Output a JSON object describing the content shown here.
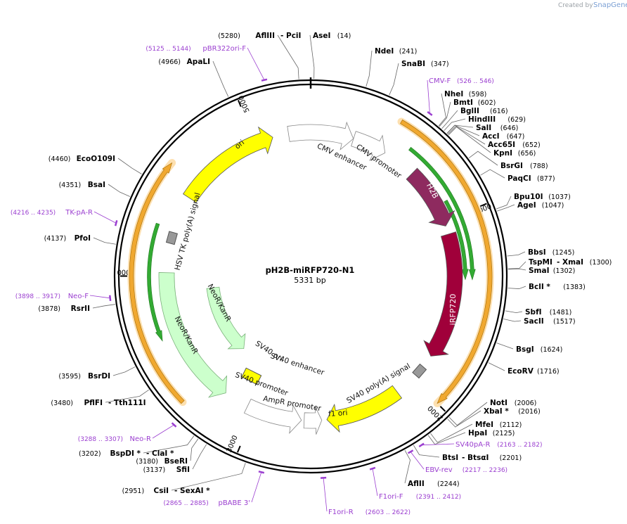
{
  "branding": {
    "created_by": "Created by",
    "product": "SnapGene"
  },
  "plasmid": {
    "name": "pH2B-miRFP720-N1",
    "length_label": "5331 bp",
    "length": 5331
  },
  "colors": {
    "ring": "#000000",
    "enzyme_line": "#666666",
    "primer": "#9b3fd0",
    "ori": "#ffff00",
    "promoter": "#ffffff",
    "h2b": "#8e2a5f",
    "irfp": "#a0003a",
    "polyA": "#999999",
    "neo": "#ccffcc",
    "orange_orf": "#f0a830",
    "green_orf": "#33aa33",
    "sv40ori": "#ffff00"
  },
  "ticks": [
    {
      "bp": 1000,
      "label": "1000"
    },
    {
      "bp": 2000,
      "label": "2000"
    },
    {
      "bp": 3000,
      "label": "3000"
    },
    {
      "bp": 4000,
      "label": "4000"
    },
    {
      "bp": 5000,
      "label": "5000"
    }
  ],
  "features": [
    {
      "name": "ori",
      "type": "ori",
      "start": 4485,
      "end": 5105,
      "dir": 1,
      "lane": "inner1",
      "label_inside": true
    },
    {
      "name": "CMV enhancer",
      "type": "promoter",
      "start": 5200,
      "end": 255,
      "dir": 1,
      "lane": "inner1",
      "label_inside": false
    },
    {
      "name": "CMV promoter",
      "type": "promoter",
      "start": 256,
      "end": 460,
      "dir": 1,
      "lane": "inner1",
      "label_inside": false
    },
    {
      "name": "H2B",
      "type": "h2b",
      "start": 660,
      "end": 1030,
      "dir": 1,
      "lane": "inner1",
      "label_inside": true
    },
    {
      "name": "iRFP720",
      "type": "irfp",
      "start": 1080,
      "end": 1830,
      "dir": 1,
      "lane": "inner1",
      "label_inside": true
    },
    {
      "name": "SV40 poly(A) signal",
      "type": "polyA",
      "start": 1880,
      "end": 2000,
      "dir": 0,
      "lane": "inner1",
      "label_inside": false
    },
    {
      "name": "f1 ori",
      "type": "ori",
      "start": 2120,
      "end": 2570,
      "dir": 1,
      "lane": "inner1",
      "label_inside": true
    },
    {
      "name": "AmpR promoter",
      "type": "promoter",
      "start": 2600,
      "end": 2704,
      "dir": -1,
      "lane": "inner1",
      "label_inside": false
    },
    {
      "name": "SV40 promoter",
      "type": "promoter",
      "start": 2720,
      "end": 3050,
      "dir": -1,
      "lane": "inner1",
      "label_inside": false
    },
    {
      "name": "SV40 ori",
      "type": "ori",
      "start": 3060,
      "end": 3180,
      "dir": 0,
      "lane": "inner2",
      "label_inside": false
    },
    {
      "name": "SV40 enhancer",
      "type": "none",
      "start": 3140,
      "end": 3140,
      "dir": 0,
      "lane": "inner2",
      "label_inside": false
    },
    {
      "name": "NeoR/KanR",
      "type": "neo",
      "start": 3200,
      "end": 4020,
      "dir": -1,
      "lane": "inner1",
      "label_inside": true
    },
    {
      "name": "NeoR/KanR",
      "type": "neo",
      "start": 3300,
      "end": 3900,
      "dir": -1,
      "lane": "inner3",
      "label_inside": true
    },
    {
      "name": "HSV TK poly(A) signal",
      "type": "polyA",
      "start": 4215,
      "end": 4240,
      "dir": 0,
      "lane": "inner1",
      "label_inside": false
    }
  ],
  "orf_lanes": [
    {
      "type": "orange_orf",
      "start": 450,
      "end": 2000,
      "dir": 1,
      "lane": "outer1"
    },
    {
      "type": "green_orf",
      "start": 560,
      "end": 1350,
      "dir": 1,
      "lane": "outer2"
    },
    {
      "type": "green_orf",
      "start": 900,
      "end": 1350,
      "dir": 1,
      "lane": "outer3"
    },
    {
      "type": "orange_orf",
      "start": 3340,
      "end": 4580,
      "dir": 1,
      "lane": "outer1"
    },
    {
      "type": "green_orf",
      "start": 3650,
      "end": 4280,
      "dir": -1,
      "lane": "outer2"
    }
  ],
  "enzymes": [
    {
      "name": "AseI",
      "pos_label": "(14)",
      "bp": 14
    },
    {
      "name": "NdeI",
      "pos_label": "(241)",
      "bp": 241
    },
    {
      "name": "SnaBI",
      "pos_label": "(347)",
      "bp": 347
    },
    {
      "name": "NheI",
      "pos_label": "(598)",
      "bp": 598
    },
    {
      "name": "BmtI",
      "pos_label": "(602)",
      "bp": 602
    },
    {
      "name": "BglII",
      "pos_label": "(616)",
      "bp": 616
    },
    {
      "name": "HindIII",
      "pos_label": "(629)",
      "bp": 629
    },
    {
      "name": "SalI",
      "pos_label": "(646)",
      "bp": 646
    },
    {
      "name": "AccI",
      "pos_label": "(647)",
      "bp": 647
    },
    {
      "name": "Acc65I",
      "pos_label": "(652)",
      "bp": 652
    },
    {
      "name": "KpnI",
      "pos_label": "(656)",
      "bp": 656
    },
    {
      "name": "BsrGI",
      "pos_label": "(788)",
      "bp": 788
    },
    {
      "name": "PaqCI",
      "pos_label": "(877)",
      "bp": 877
    },
    {
      "name": "Bpu10I",
      "pos_label": "(1037)",
      "bp": 1037
    },
    {
      "name": "AgeI",
      "pos_label": "(1047)",
      "bp": 1047
    },
    {
      "name": "BbsI",
      "pos_label": "(1245)",
      "bp": 1245
    },
    {
      "name": "TspMI",
      "extra": "- XmaI",
      "pos_label": "(1300)",
      "bp": 1300
    },
    {
      "name": "SmaI",
      "pos_label": "(1302)",
      "bp": 1302
    },
    {
      "name": "BclI *",
      "pos_label": "(1383)",
      "bp": 1383
    },
    {
      "name": "SbfI",
      "pos_label": "(1481)",
      "bp": 1481
    },
    {
      "name": "SacII",
      "pos_label": "(1517)",
      "bp": 1517
    },
    {
      "name": "BsgI",
      "pos_label": "(1624)",
      "bp": 1624
    },
    {
      "name": "EcoRV",
      "pos_label": "(1716)",
      "bp": 1716
    },
    {
      "name": "NotI",
      "pos_label": "(2006)",
      "bp": 2006
    },
    {
      "name": "XbaI *",
      "pos_label": "(2016)",
      "bp": 2016
    },
    {
      "name": "MfeI",
      "pos_label": "(2112)",
      "bp": 2112
    },
    {
      "name": "HpaI",
      "pos_label": "(2125)",
      "bp": 2125
    },
    {
      "name": "BtsI",
      "extra": "- BtsαI",
      "pos_label": "(2201)",
      "bp": 2201
    },
    {
      "name": "AflII",
      "pos_label": "(2244)",
      "bp": 2244
    },
    {
      "name": "CsiI",
      "extra": "- SexAI *",
      "pos_label": "(2951)",
      "bp": 2951
    },
    {
      "name": "SfiI",
      "pos_label": "(3137)",
      "bp": 3137
    },
    {
      "name": "BseRI",
      "pos_label": "(3180)",
      "bp": 3180
    },
    {
      "name": "BspDI *",
      "extra": "- ClaI *",
      "pos_label": "(3202)",
      "bp": 3202
    },
    {
      "name": "PflFI",
      "extra": "- Tth111I",
      "pos_label": "(3480)",
      "bp": 3480
    },
    {
      "name": "BsrDI",
      "pos_label": "(3595)",
      "bp": 3595
    },
    {
      "name": "RsrII",
      "pos_label": "(3878)",
      "bp": 3878
    },
    {
      "name": "PfoI",
      "pos_label": "(4137)",
      "bp": 4137
    },
    {
      "name": "BsaI",
      "pos_label": "(4351)",
      "bp": 4351
    },
    {
      "name": "EcoO109I",
      "pos_label": "(4460)",
      "bp": 4460
    },
    {
      "name": "ApaLI",
      "pos_label": "(4966)",
      "bp": 4966
    },
    {
      "name": "AflIII",
      "extra": "- PciI",
      "pos_label": "(5280)",
      "bp": 5280
    }
  ],
  "primers": [
    {
      "name": "CMV-F",
      "range": "(526 .. 546)",
      "bp": 536
    },
    {
      "name": "SV40pA-R",
      "range": "(2163 .. 2182)",
      "bp": 2172
    },
    {
      "name": "EBV-rev",
      "range": "(2217 .. 2236)",
      "bp": 2226
    },
    {
      "name": "F1ori-F",
      "range": "(2391 .. 2412)",
      "bp": 2401
    },
    {
      "name": "F1ori-R",
      "range": "(2603 .. 2622)",
      "bp": 2612
    },
    {
      "name": "pBABE 3'",
      "range": "(2865 .. 2885)",
      "bp": 2875
    },
    {
      "name": "Neo-R",
      "range": "(3288 .. 3307)",
      "bp": 3297
    },
    {
      "name": "Neo-F",
      "range": "(3898 .. 3917)",
      "bp": 3907
    },
    {
      "name": "TK-pA-R",
      "range": "(4216 .. 4235)",
      "bp": 4225
    },
    {
      "name": "pBR322ori-F",
      "range": "(5125 .. 5144)",
      "bp": 5134
    }
  ]
}
